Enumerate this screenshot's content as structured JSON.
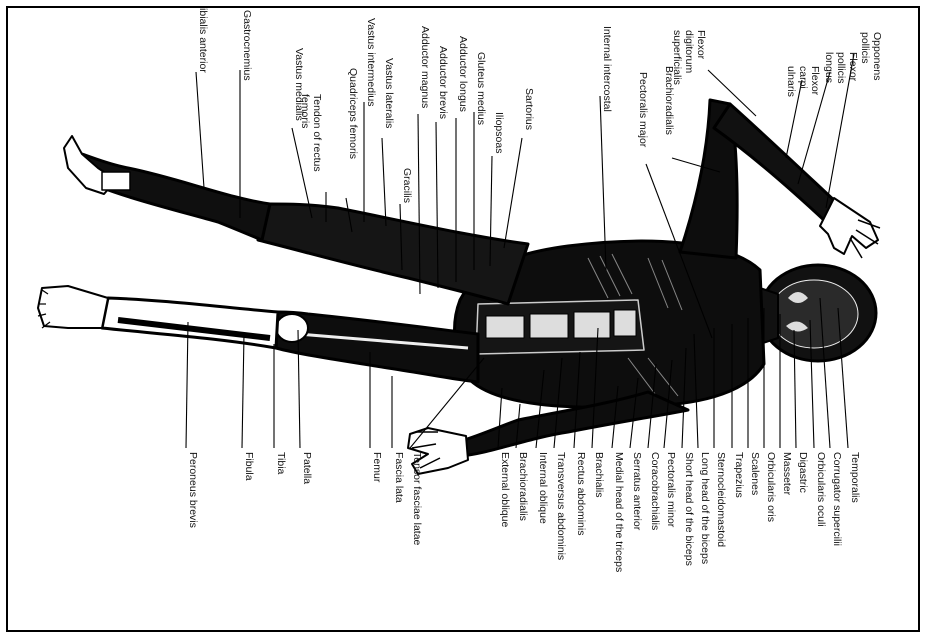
{
  "labels": {
    "opponens_pollicis": [
      "Opponens",
      "pollicis"
    ],
    "flexor_pollicis_longus": [
      "Flexor",
      "pollicis",
      "longus"
    ],
    "flexor_carpi_ulnaris": [
      "Flexor",
      "carpi",
      "ulnaris"
    ],
    "flexor_digitorum_superficialis": [
      "Flexor",
      "digitorum",
      "superficialis"
    ],
    "brachioradialis_upper": "Brachioradialis",
    "pectoralis_major": "Pectoralis major",
    "internal_intercostal": "Internal intercostal",
    "sartorius": "Sartorius",
    "iliopsoas": "Iliopsoas",
    "gluteus_medius": "Gluteus medius",
    "adductor_longus": "Adductor longus",
    "adductor_brevis": "Adductor brevis",
    "adductor_magnus": "Adductor magnus",
    "gracilis": "Gracilis",
    "vastus_lateralis": "Vastus lateralis",
    "vastus_intermedius": "Vastus intermedius",
    "quadriceps_femoris": "Quadriceps femoris",
    "tendon_rectus_femoris": [
      "Tendon of rectus",
      "femoris"
    ],
    "vastus_medialis": "Vastus medialis",
    "gastrocnemius": "Gastrocnemius",
    "tibialis_anterior": "Tibialis anterior",
    "temporalis": "Temporalis",
    "corrugator_supercilii": "Corrugator supercilii",
    "orbicularis_oculi": "Orbicularis oculi",
    "digastric": "Digastric",
    "masseter": "Masseter",
    "orbicularis_oris": "Orbicularis oris",
    "scalenes": "Scalenes",
    "trapezius": "Trapezius",
    "sternocleidomastoid": "Sternocleidomastoid",
    "long_head_biceps": "Long head of the biceps",
    "short_head_biceps": "Short head of the biceps",
    "pectoralis_minor": "Pectoralis minor",
    "coracobrachialis": "Coracobrachialis",
    "serratus_anterior": "Serratus anterior",
    "medial_head_triceps": "Medial head of the triceps",
    "brachialis": "Brachialis",
    "rectus_abdominis": "Rectus abdominis",
    "transversus_abdominis": "Transversus abdominis",
    "internal_oblique": "Internal oblique",
    "brachioradialis_lower": "Brachioradialis",
    "external_oblique": "External oblique",
    "tensor_fasciae_latae": "Tensor fasciae latae",
    "fascia_lata": "Fascia lata",
    "femur": "Femur",
    "patella": "Patella",
    "tibia": "Tibia",
    "fibula": "Fibula",
    "peroneus_brevis": "Peroneus brevis"
  }
}
